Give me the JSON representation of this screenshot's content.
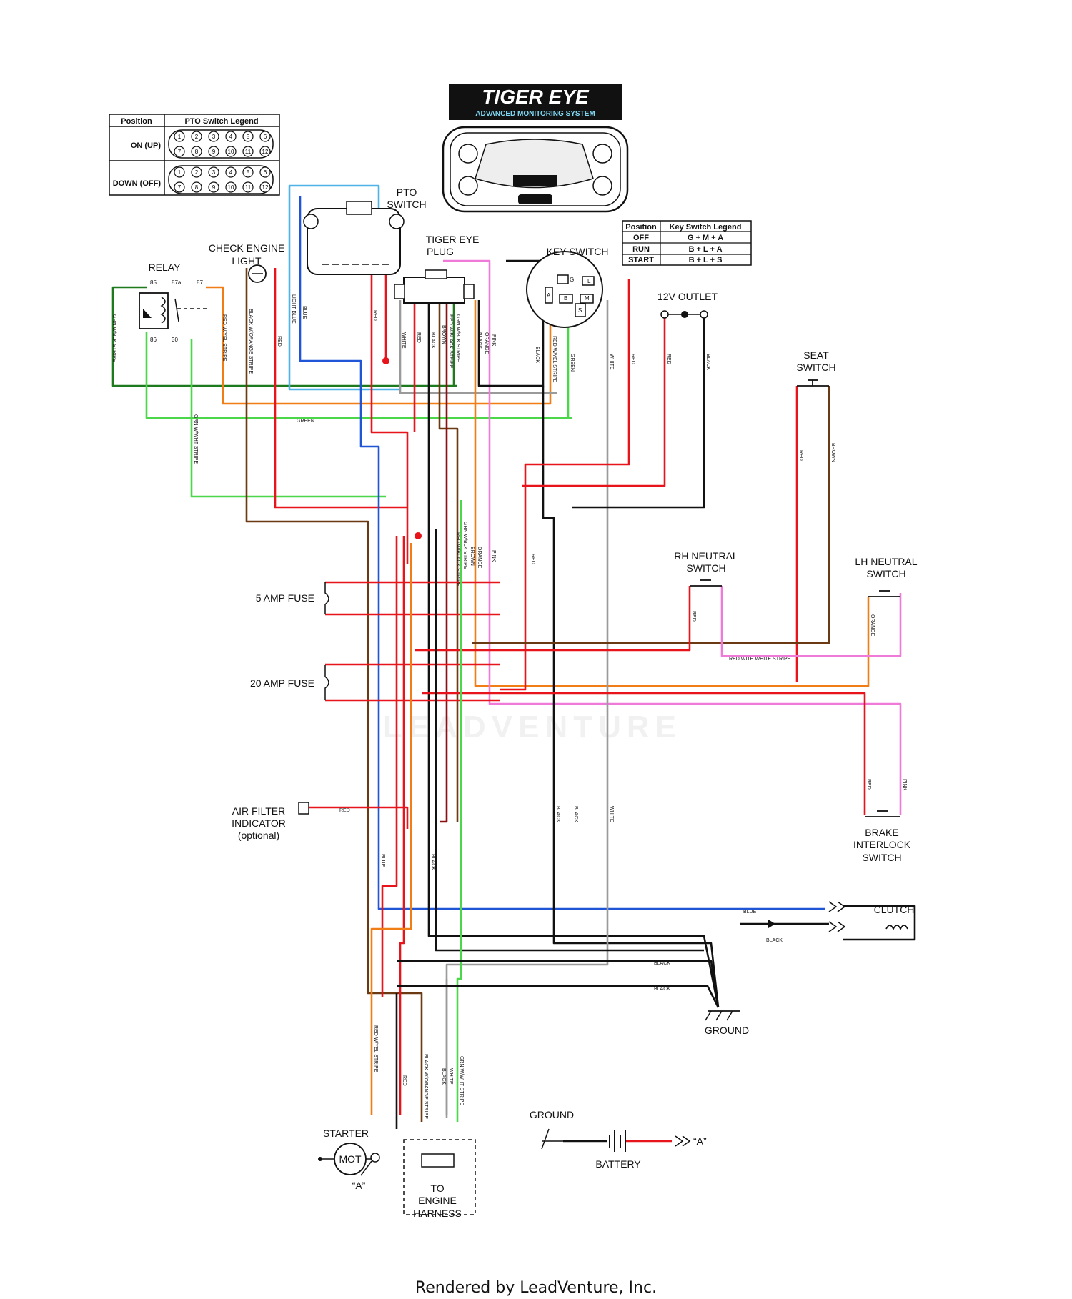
{
  "logo": {
    "title": "TIGER EYE",
    "subtitle": "ADVANCED MONITORING SYSTEM"
  },
  "pto_legend": {
    "headers": [
      "Position",
      "PTO Switch Legend"
    ],
    "rows": [
      {
        "position": "ON (UP)",
        "pins_top": [
          "1",
          "2",
          "3",
          "4",
          "5",
          "6"
        ],
        "pins_bottom": [
          "7",
          "8",
          "9",
          "10",
          "11",
          "12"
        ]
      },
      {
        "position": "DOWN (OFF)",
        "pins_top": [
          "1",
          "2",
          "3",
          "4",
          "5",
          "6"
        ],
        "pins_bottom": [
          "7",
          "8",
          "9",
          "10",
          "11",
          "12"
        ]
      }
    ]
  },
  "key_legend": {
    "headers": [
      "Position",
      "Key Switch Legend"
    ],
    "rows": [
      {
        "position": "OFF",
        "value": "G + M + A"
      },
      {
        "position": "RUN",
        "value": "B + L + A"
      },
      {
        "position": "START",
        "value": "B + L + S"
      }
    ]
  },
  "components": {
    "pto_switch": [
      "PTO",
      "SWITCH"
    ],
    "tiger_eye_plug": [
      "TIGER EYE",
      "PLUG"
    ],
    "key_switch": "KEY SWITCH",
    "key_terminals": [
      "G",
      "L",
      "A",
      "B",
      "M",
      "S"
    ],
    "check_engine": [
      "CHECK ENGINE",
      "LIGHT"
    ],
    "relay": "RELAY",
    "relay_pins": [
      "85",
      "87a",
      "87",
      "86",
      "30"
    ],
    "outlet": "12V OUTLET",
    "seat_switch": [
      "SEAT",
      "SWITCH"
    ],
    "rh_neutral": [
      "RH NEUTRAL",
      "SWITCH"
    ],
    "lh_neutral": [
      "LH NEUTRAL",
      "SWITCH"
    ],
    "brake_interlock": [
      "BRAKE",
      "INTERLOCK",
      "SWITCH"
    ],
    "fuse_5": "5 AMP FUSE",
    "fuse_20": "20 AMP FUSE",
    "air_filter": [
      "AIR FILTER",
      "INDICATOR",
      "(optional)"
    ],
    "clutch": "CLUTCH",
    "ground": "GROUND",
    "ground_battery": "GROUND",
    "battery": "BATTERY",
    "starter": "STARTER",
    "starter_mot": "MOT",
    "ref_a": "“A”",
    "engine_harness": [
      "TO",
      "ENGINE",
      "HARNESS"
    ]
  },
  "wire_labels": {
    "grn_blk": "GRN W/BLK STRIPE",
    "red_yel": "RED W/YEL STRIPE",
    "blk_orange": "BLACK W/ORANGE STRIPE",
    "red": "RED",
    "lt_blue": "LIGHT BLUE",
    "blue": "BLUE",
    "white": "WHITE",
    "black": "BLACK",
    "grn_wht": "GRN W/WHT STRIPE",
    "red_blk": "RED W/BLACK STRIPE",
    "brown": "BROWN",
    "orange": "ORANGE",
    "pink": "PINK",
    "green": "GREEN",
    "red_white": "RED WITH WHITE STRIPE"
  },
  "watermark": "LEADVENTURE",
  "footer": "Rendered by LeadVenture, Inc.",
  "colors": {
    "black": "#111111",
    "red": "#e8141b",
    "green": "#4cd64a",
    "dark_green": "#1e7a1e",
    "blue": "#1f55d6",
    "light_blue": "#4fb3e8",
    "orange": "#f07d16",
    "brown": "#6b3a12",
    "pink": "#f07ad8",
    "gray": "#9a9a9a",
    "dark_red": "#8b1010"
  }
}
